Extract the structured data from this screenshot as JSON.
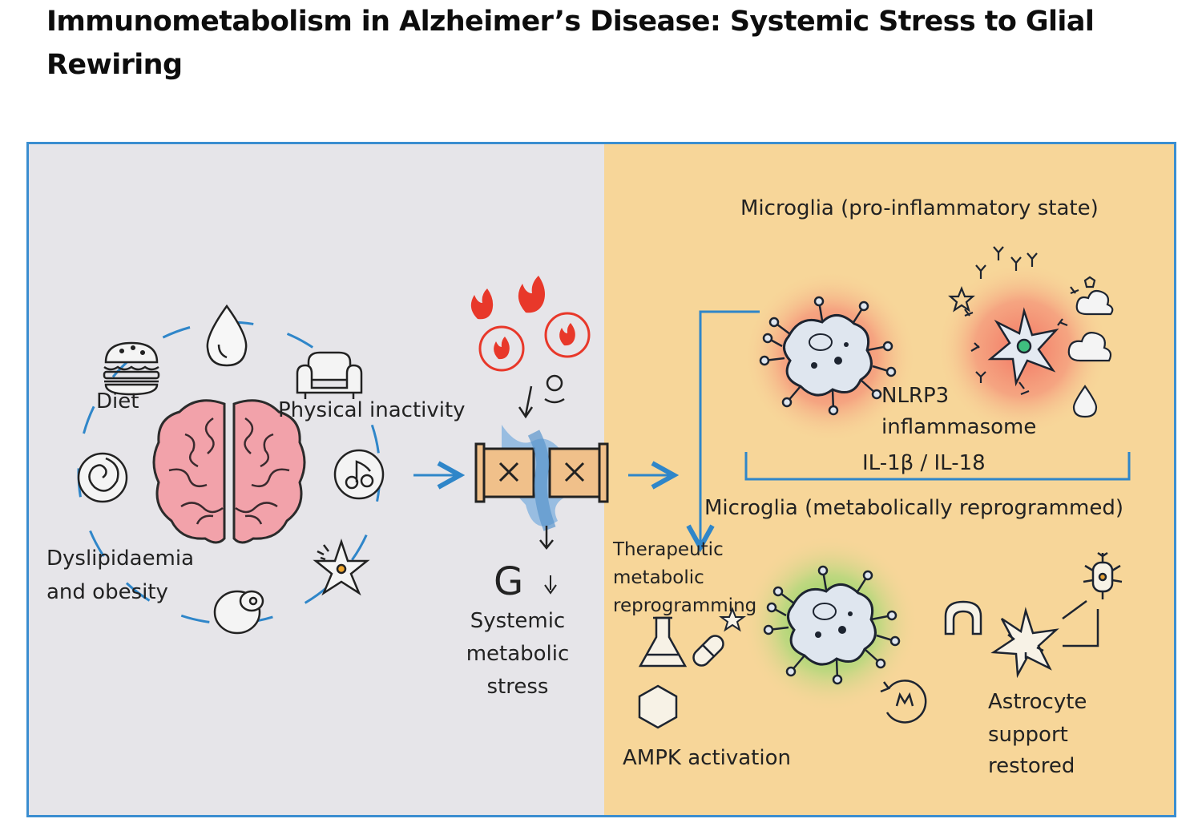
{
  "title": "Immunometabolism in Alzheimer’s Disease: Systemic Stress to Glial Rewiring",
  "left_panel": {
    "diet": "Diet",
    "physical_inactivity": "Physical inactivity",
    "dyslipidaemia": "Dyslipidaemia",
    "and_obesity": "and obesity",
    "systemic": "Systemic",
    "metabolic": "metabolic",
    "stress": "stress"
  },
  "right_panel": {
    "microglia_pro": "Microglia (pro-inflammatory state)",
    "nlrp3": "NLRP3",
    "inflammasome": "inflammasome",
    "cytokines": "IL-1β / IL-18",
    "microglia_reprogrammed": "Microglia (metabolically reprogrammed)",
    "therapeutic_1": "Therapeutic",
    "therapeutic_2": "metabolic",
    "therapeutic_3": "reprogramming",
    "ampk": "AMPK activation",
    "astro_1": "Astrocyte",
    "astro_2": "support",
    "astro_3": "restored"
  },
  "colors": {
    "left_bg": "#e6e5e9",
    "right_bg": "#f7d699",
    "border": "#3b8ed0",
    "arrow": "#2f86c9",
    "brain": "#f0a0a8",
    "inflamed_glow": "#f06a5e",
    "reprogrammed_glow": "#7fd35a",
    "fire": "#e8382a"
  },
  "icons": [
    "burger-icon",
    "water-drop-icon",
    "sofa-icon",
    "swirl-icon",
    "music-note-icon",
    "astrocyte-icon",
    "fat-cell-icon",
    "brain-icon",
    "fire-icon",
    "blood-vessel-icon",
    "flask-icon",
    "pill-icon",
    "hexagon-icon",
    "ampk-cycle-icon",
    "neuron-icon",
    "cloud-icon",
    "antibody-icon"
  ]
}
